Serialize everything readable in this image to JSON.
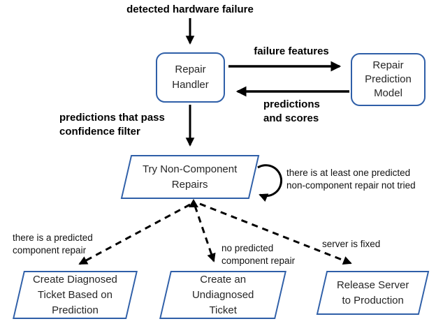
{
  "colors": {
    "node_border": "#2f5fa8",
    "arrow": "#000000",
    "text": "#262626"
  },
  "title": "detected hardware failure",
  "nodes": {
    "repair_handler": "Repair\nHandler",
    "repair_prediction_model": "Repair\nPrediction\nModel",
    "try_non_component_repairs": "Try Non-Component\nRepairs",
    "create_diagnosed_ticket": "Create Diagnosed\nTicket Based on\nPrediction",
    "create_undiagnosed_ticket": "Create an\nUndiagnosed\nTicket",
    "release_server": "Release Server\nto Production"
  },
  "edge_labels": {
    "failure_features": "failure features",
    "predictions_and_scores": "predictions\nand scores",
    "predictions_pass_filter": "predictions that pass\nconfidence filter",
    "self_loop": "there is at least one predicted\nnon-component repair not tried",
    "predicted_component_repair": "there is a predicted\ncomponent repair",
    "no_predicted_component_repair": "no predicted\ncomponent repair",
    "server_is_fixed": "server is fixed"
  }
}
